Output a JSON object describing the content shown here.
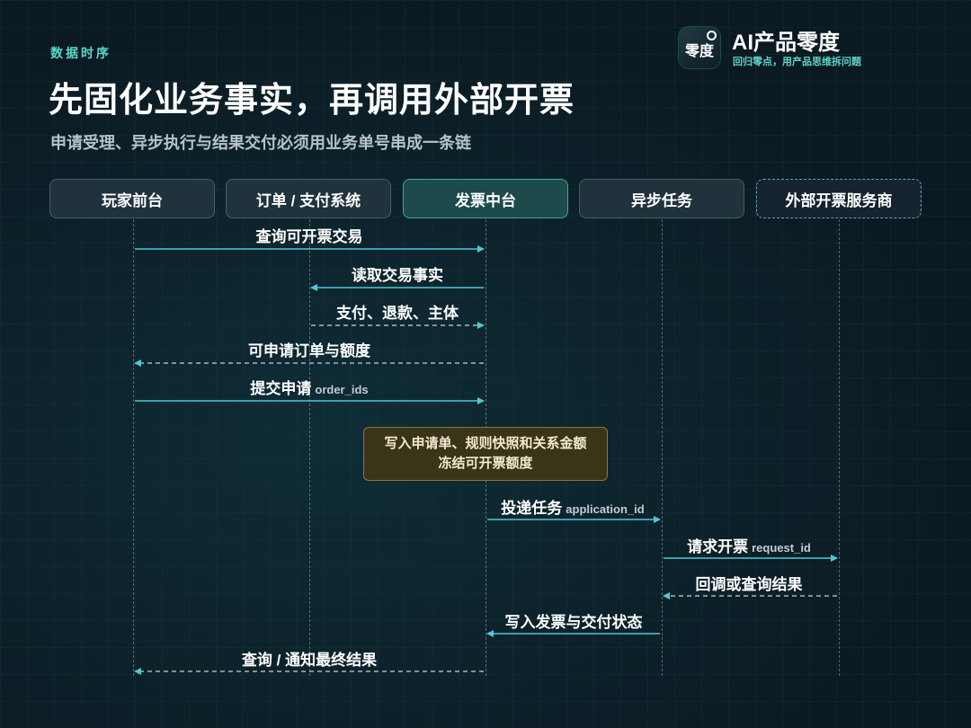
{
  "header": {
    "section_label": "数据时序",
    "title": "先固化业务事实，再调用外部开票",
    "subtitle": "申请受理、异步执行与结果交付必须用业务单号串成一条链"
  },
  "brand": {
    "logo_text": "零度",
    "name": "AI产品零度",
    "slogan": "回归零点，用产品思维拆问题"
  },
  "participants": [
    {
      "label": "玩家前台",
      "style": "normal"
    },
    {
      "label": "订单 / 支付系统",
      "style": "normal"
    },
    {
      "label": "发票中台",
      "style": "active"
    },
    {
      "label": "异步任务",
      "style": "normal"
    },
    {
      "label": "外部开票服务商",
      "style": "external"
    }
  ],
  "messages": [
    {
      "from": 0,
      "to": 2,
      "label": "查询可开票交易",
      "code": "",
      "line": "solid"
    },
    {
      "from": 2,
      "to": 1,
      "label": "读取交易事实",
      "code": "",
      "line": "solid"
    },
    {
      "from": 1,
      "to": 2,
      "label": "支付、退款、主体",
      "code": "",
      "line": "dashed"
    },
    {
      "from": 2,
      "to": 0,
      "label": "可申请订单与额度",
      "code": "",
      "line": "dashed"
    },
    {
      "from": 0,
      "to": 2,
      "label": "提交申请",
      "code": "order_ids",
      "line": "solid"
    },
    {
      "from": 2,
      "to": 3,
      "label": "投递任务",
      "code": "application_id",
      "line": "solid"
    },
    {
      "from": 3,
      "to": 4,
      "label": "请求开票",
      "code": "request_id",
      "line": "solid"
    },
    {
      "from": 4,
      "to": 3,
      "label": "回调或查询结果",
      "code": "",
      "line": "dashed"
    },
    {
      "from": 3,
      "to": 2,
      "label": "写入发票与交付状态",
      "code": "",
      "line": "solid"
    },
    {
      "from": 2,
      "to": 0,
      "label": "查询 / 通知最终结果",
      "code": "",
      "line": "dashed"
    }
  ],
  "note": {
    "line1": "写入申请单、规则快照和关系金额",
    "line2": "冻结可开票额度"
  },
  "colors": {
    "accent": "#5cd6c8",
    "arrow": "#4fc8d6",
    "active_participant": "#1d4a4a",
    "note_bg": "#3a3418"
  }
}
